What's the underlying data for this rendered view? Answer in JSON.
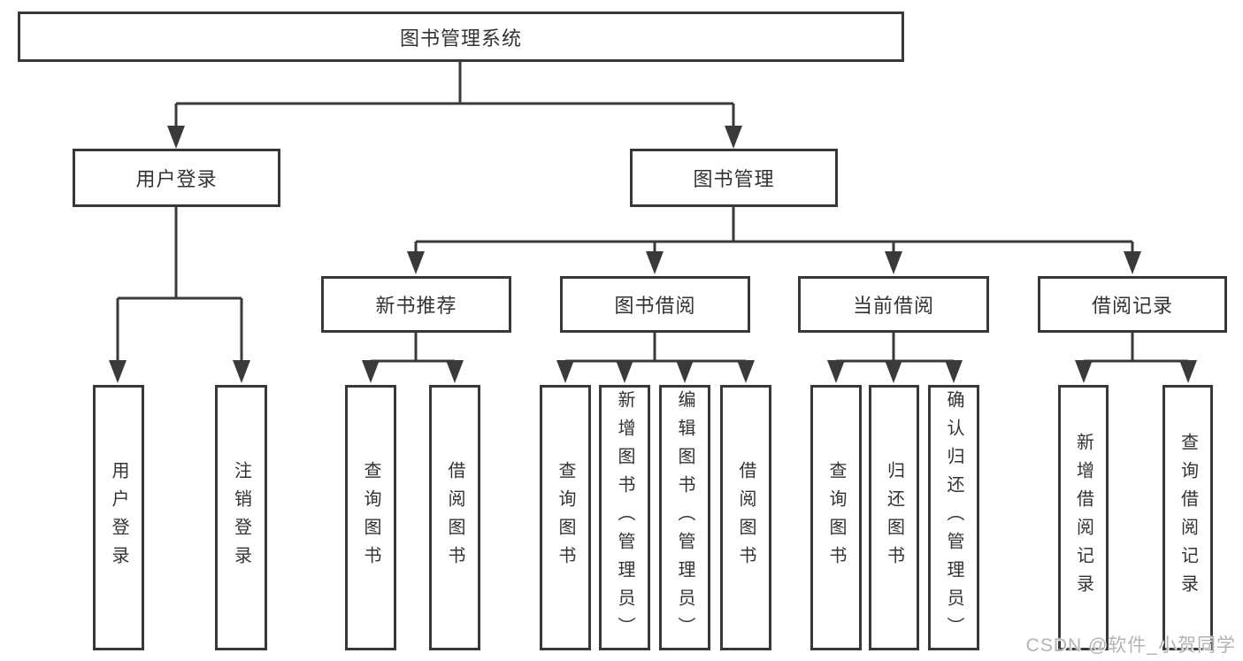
{
  "tree": {
    "root": "图书管理系统",
    "branches": {
      "login": {
        "label": "用户登录",
        "children": [
          "用户登录",
          "注销登录"
        ]
      },
      "management": {
        "label": "图书管理",
        "groups": [
          {
            "label": "新书推荐",
            "children": [
              "查询图书",
              "借阅图书"
            ]
          },
          {
            "label": "图书借阅",
            "children": [
              "查询图书",
              "新增图书（管理员）",
              "编辑图书（管理员）",
              "借阅图书"
            ]
          },
          {
            "label": "当前借阅",
            "children": [
              "查询图书",
              "归还图书",
              "确认归还（管理员）"
            ]
          },
          {
            "label": "借阅记录",
            "children": [
              "新增借阅记录",
              "查询借阅记录"
            ]
          }
        ]
      }
    }
  },
  "watermark": "CSDN @软件_小贺同学",
  "colors": {
    "line": "#3a3a3a",
    "border": "#383838",
    "text": "#333333",
    "background": "#ffffff",
    "watermark": "#b3b3b3"
  }
}
